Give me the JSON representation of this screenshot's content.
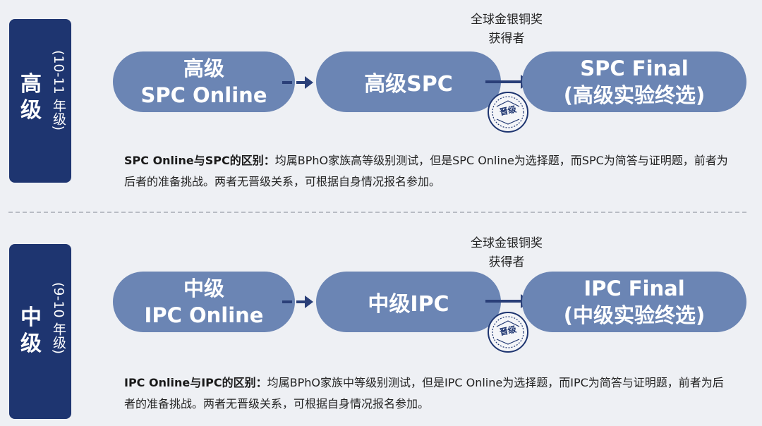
{
  "senior": {
    "level": "高级",
    "grade": "(10-11 年级)",
    "flow": {
      "step1": {
        "line1": "高级",
        "line2": "SPC Online"
      },
      "step2": {
        "label": "高级SPC"
      },
      "step3": {
        "line1": "SPC Final",
        "line2": "(高级实验终选)"
      }
    },
    "winners": {
      "line1": "全球金银铜奖",
      "line2": "获得者"
    },
    "badge": "晋级",
    "note": {
      "term": "SPC Online与SPC的区别：",
      "text": "均属BPhO家族高等级别测试，但是SPC Online为选择题，而SPC为简答与证明题，前者为后者的准备挑战。两者无晋级关系，可根据自身情况报名参加。"
    }
  },
  "junior": {
    "level": "中级",
    "grade": "(9-10 年级)",
    "flow": {
      "step1": {
        "line1": "中级",
        "line2": "IPC Online"
      },
      "step2": {
        "label": "中级IPC"
      },
      "step3": {
        "line1": "IPC Final",
        "line2": "(中级实验终选)"
      }
    },
    "winners": {
      "line1": "全球金银铜奖",
      "line2": "获得者"
    },
    "badge": "晋级",
    "note": {
      "term": "IPC Online与IPC的区别：",
      "text": "均属BPhO家族中等级别测试，但是IPC Online为选择题，而IPC为简答与证明题，前者为后者的准备挑战。两者无晋级关系，可根据自身情况报名参加。"
    }
  },
  "colors": {
    "tab": "#1e3570",
    "pill": "#6b85b4",
    "arrow": "#2a3f78",
    "background": "#eef0f4"
  }
}
